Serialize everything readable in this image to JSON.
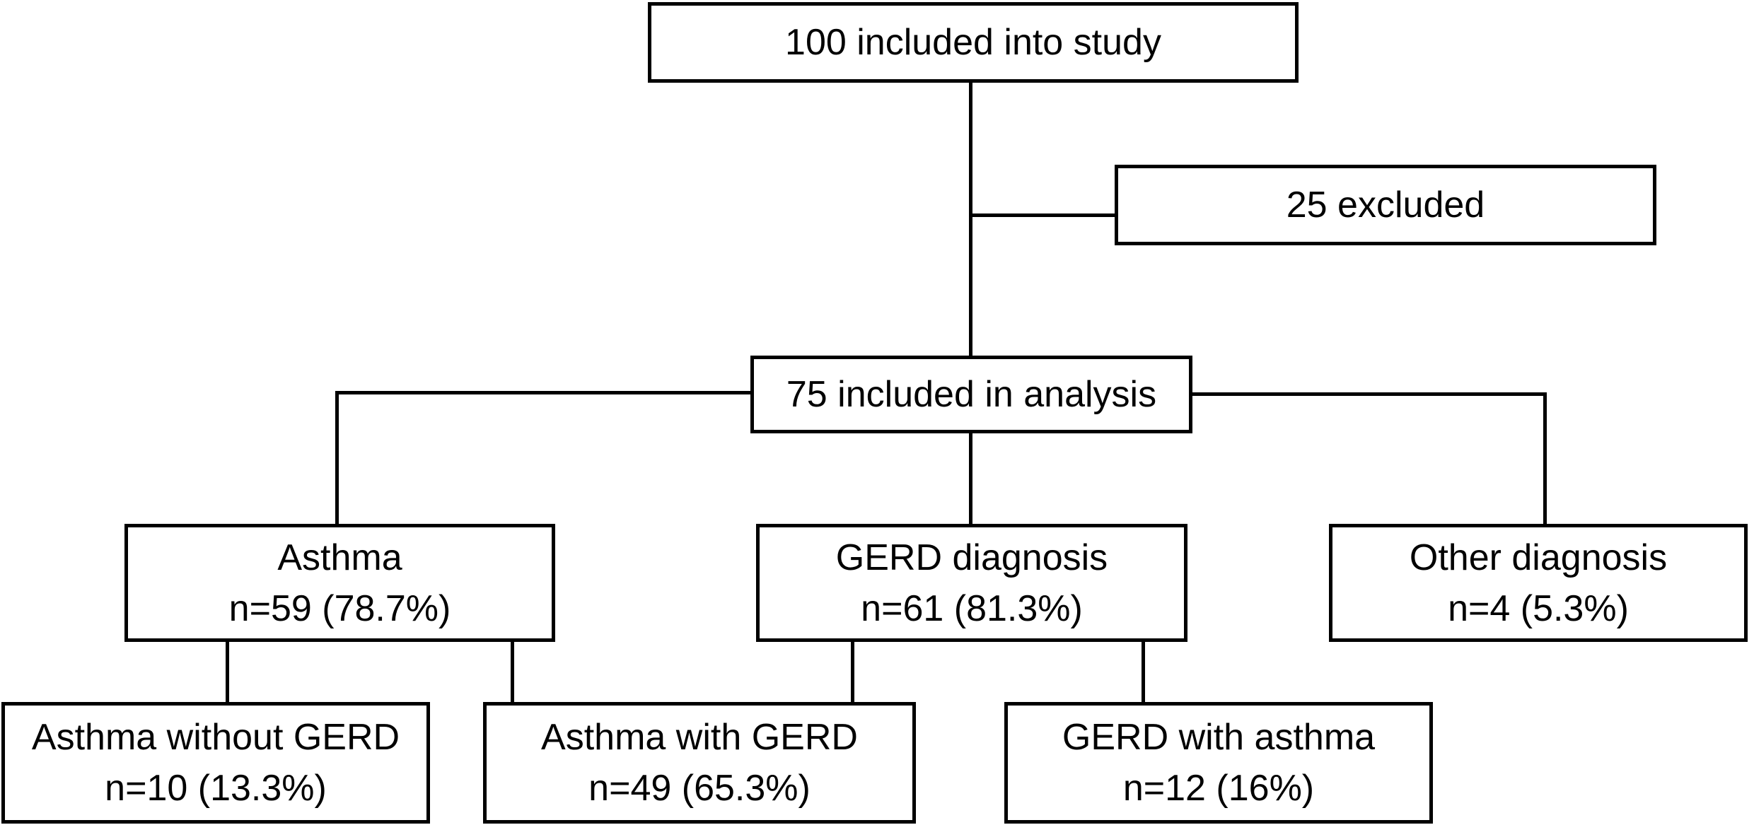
{
  "figure": {
    "type": "flowchart",
    "colors": {
      "background": "#ffffff",
      "line": "#000000",
      "text": "#000000"
    },
    "nodes": {
      "included_study": {
        "line1": "100 included into study",
        "n": 100
      },
      "excluded": {
        "line1": "25 excluded",
        "n": 25
      },
      "included_analysis": {
        "line1": "75 included in analysis",
        "n": 75
      },
      "asthma": {
        "line1": "Asthma",
        "line2": "n=59 (78.7%)",
        "n": 59,
        "percent": "78.7%"
      },
      "gerd_diagnosis": {
        "line1": "GERD diagnosis",
        "line2": "n=61 (81.3%)",
        "n": 61,
        "percent": "81.3%"
      },
      "other_diagnosis": {
        "line1": "Other diagnosis",
        "line2": "n=4 (5.3%)",
        "n": 4,
        "percent": "5.3%"
      },
      "asthma_without_gerd": {
        "line1": "Asthma without GERD",
        "line2": "n=10 (13.3%)",
        "n": 10,
        "percent": "13.3%"
      },
      "asthma_with_gerd": {
        "line1": "Asthma with GERD",
        "line2": "n=49 (65.3%)",
        "n": 49,
        "percent": "65.3%"
      },
      "gerd_with_asthma": {
        "line1": "GERD with asthma",
        "line2": "n=12 (16%)",
        "n": 12,
        "percent": "16%"
      }
    }
  }
}
